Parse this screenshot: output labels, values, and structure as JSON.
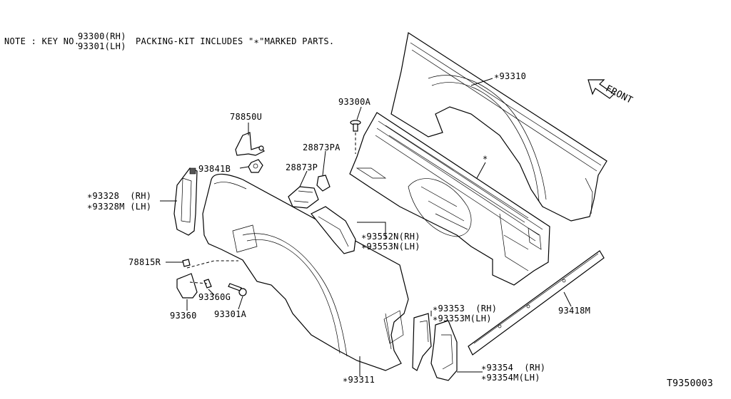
{
  "note": {
    "prefix": "NOTE : KEY NO.",
    "key_rh": "93300(RH)",
    "key_lh": "93301(LH)",
    "suffix": "PACKING-KIT INCLUDES \"∗\"MARKED PARTS."
  },
  "front_label": "FRONT",
  "diagram_code": "T9350003",
  "labels": {
    "p93310": "∗93310",
    "p93300a": "93300A",
    "p78850u": "78850U",
    "p28873pa": "28873PA",
    "p93841b": "93841B",
    "p28873p": "28873P",
    "p93328_rh": "∗93328  (RH)",
    "p93328m_lh": "∗93328M (LH)",
    "p93552n_rh": "∗93552N(RH)",
    "p93553n_lh": "∗93553N(LH)",
    "p78815r": "78815R",
    "p93360g": "93360G",
    "p93360": "93360",
    "p93301a": "93301A",
    "p93353_rh": "∗93353  (RH)",
    "p93353m_lh": "∗93353M(LH)",
    "p93418m": "93418M",
    "p93354_rh": "∗93354  (RH)",
    "p93354m_lh": "∗93354M(LH)",
    "p93311": "∗93311",
    "asterisk_bed": "∗"
  }
}
